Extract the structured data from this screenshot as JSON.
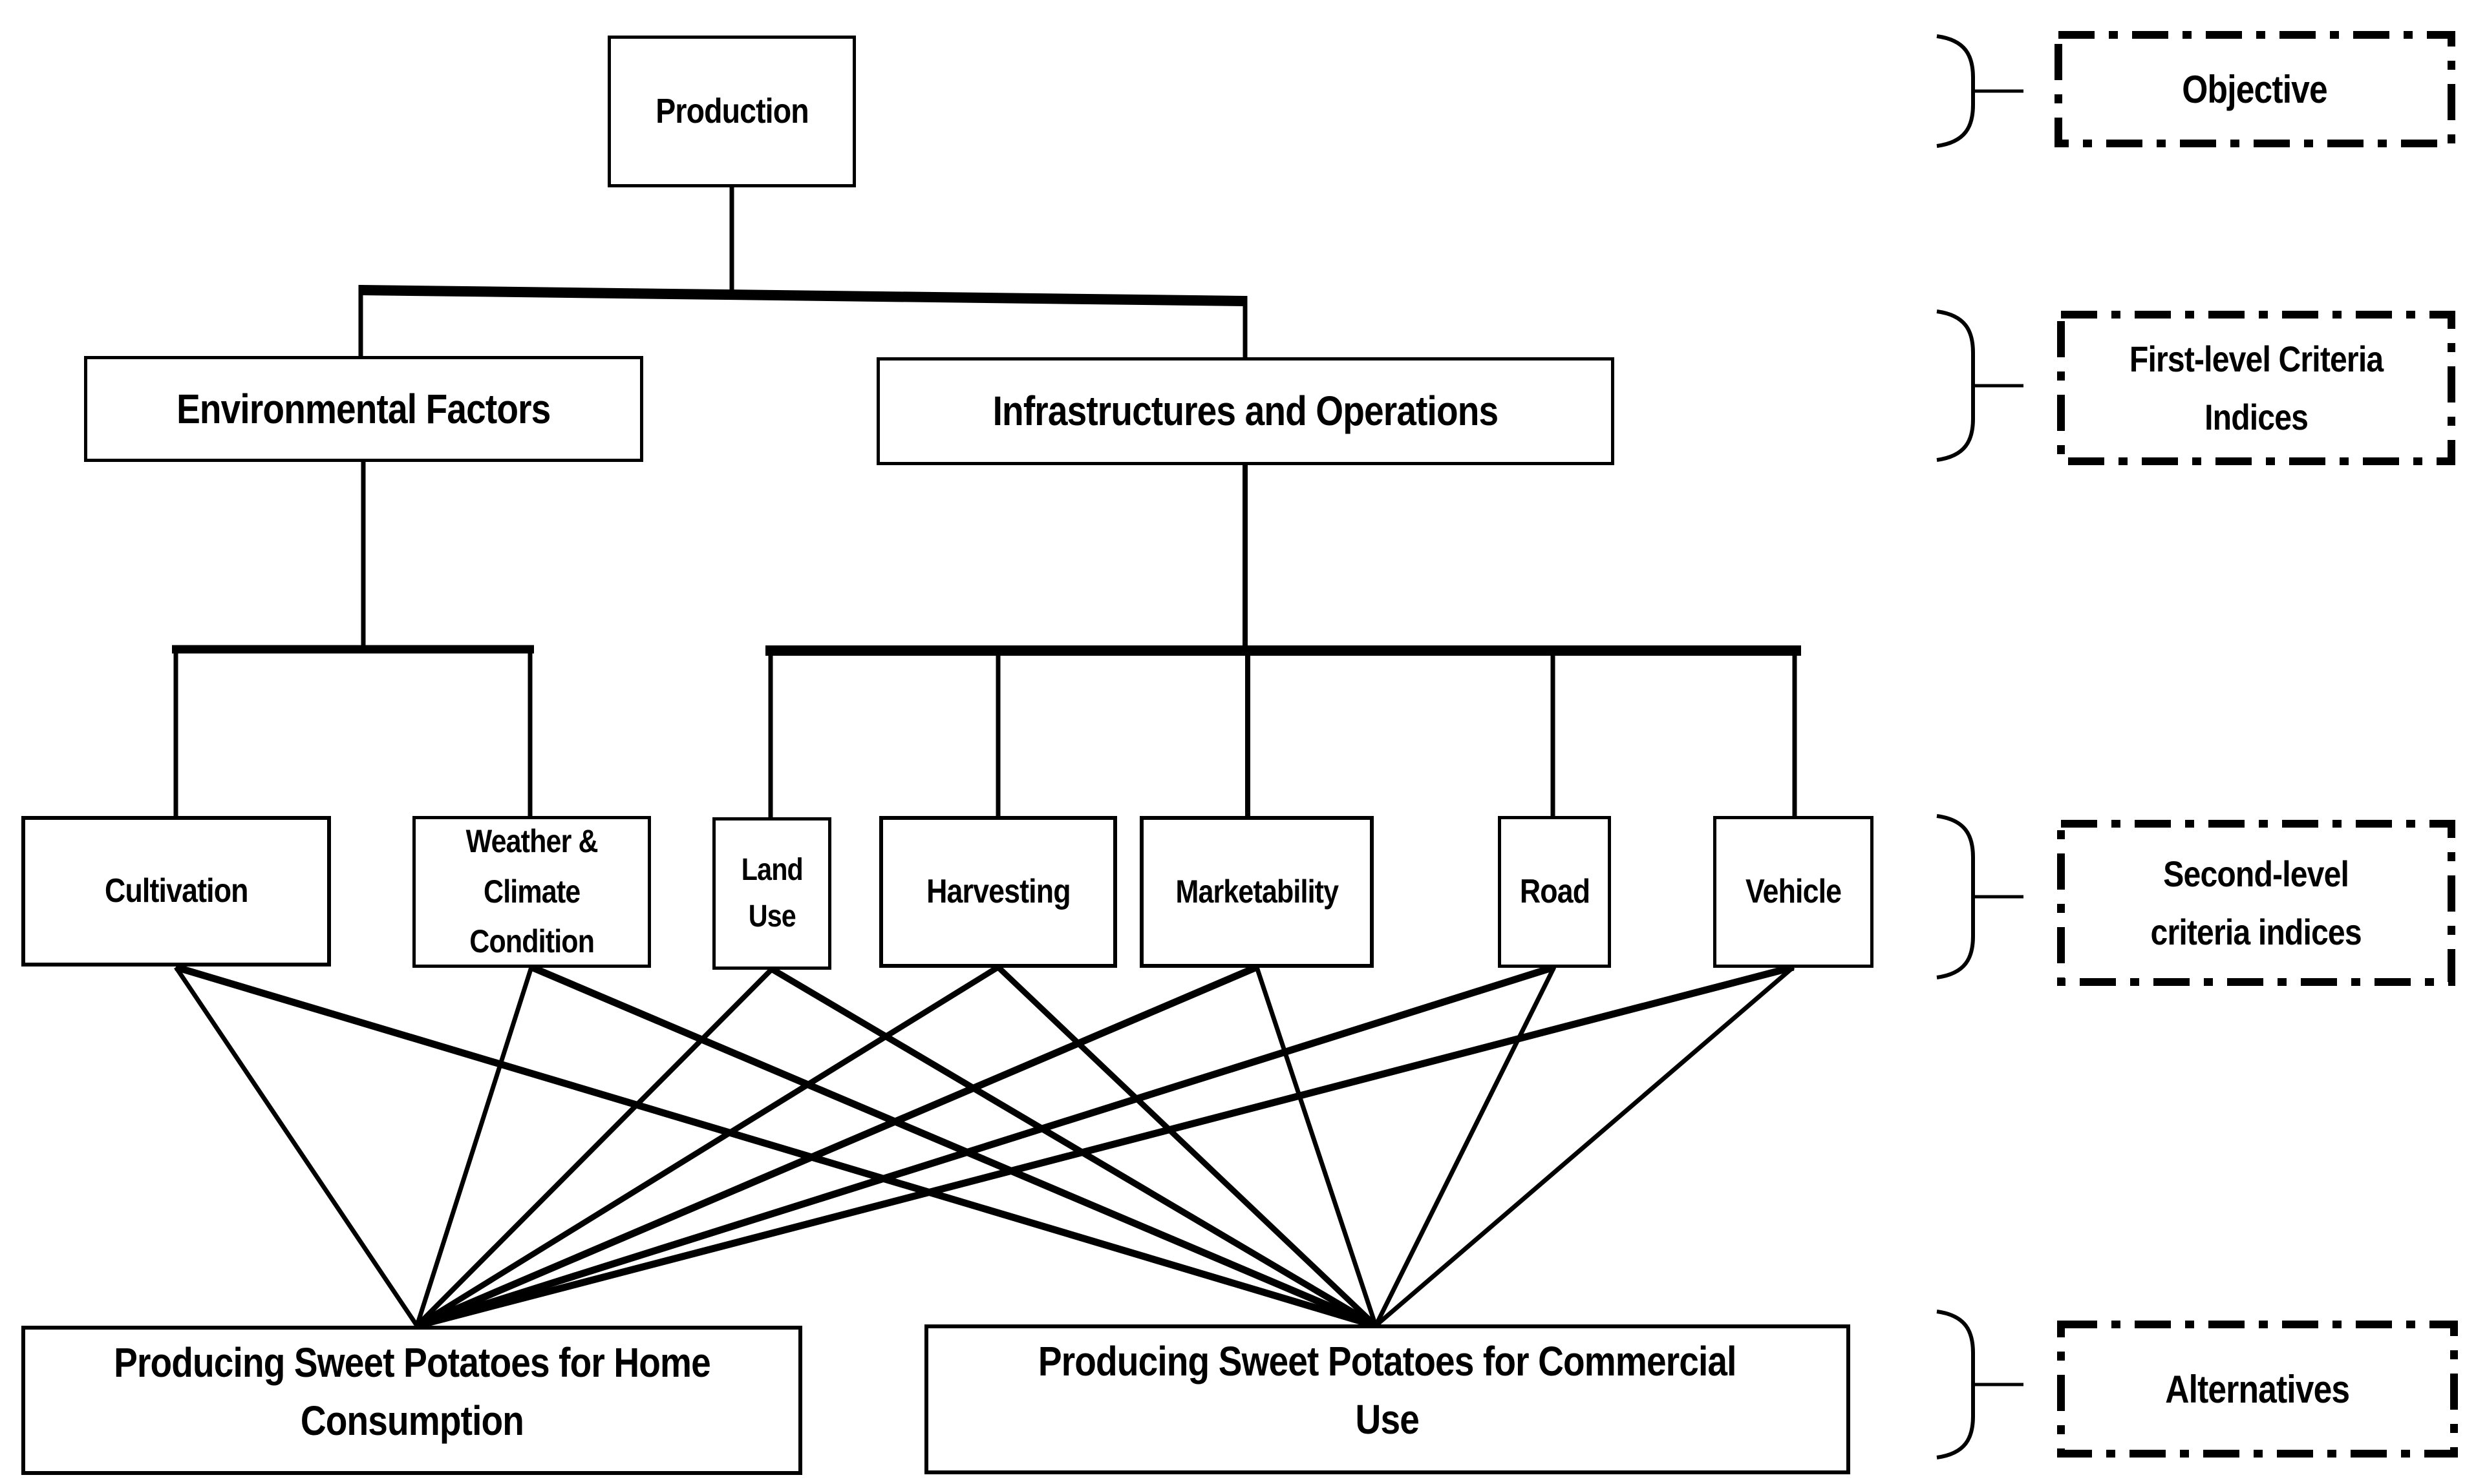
{
  "nodes": {
    "objective": {
      "label": "Production"
    },
    "first_level": [
      {
        "label": "Environmental Factors"
      },
      {
        "label": "Infrastructures and Operations"
      }
    ],
    "second_level": [
      {
        "label": "Cultivation"
      },
      {
        "label": "Weather &\nClimate\nCondition"
      },
      {
        "label": "Land\nUse"
      },
      {
        "label": "Harvesting"
      },
      {
        "label": "Marketability"
      },
      {
        "label": "Road"
      },
      {
        "label": "Vehicle"
      }
    ],
    "alternatives": [
      {
        "label": "Producing Sweet Potatoes for Home\nConsumption"
      },
      {
        "label": "Producing Sweet Potatoes for Commercial\nUse"
      }
    ]
  },
  "legend": [
    {
      "label": "Objective"
    },
    {
      "label": "First-level Criteria\nIndices"
    },
    {
      "label": "Second-level\ncriteria indices"
    },
    {
      "label": "Alternatives"
    }
  ],
  "hierarchy": {
    "Production": [
      "Environmental Factors",
      "Infrastructures and Operations"
    ],
    "Environmental Factors": [
      "Cultivation",
      "Weather & Climate Condition"
    ],
    "Infrastructures and Operations": [
      "Land Use",
      "Harvesting",
      "Marketability",
      "Road",
      "Vehicle"
    ],
    "second_level_to_alternatives": "every second-level criterion links to both alternatives"
  },
  "colors": {
    "line": "#000000",
    "background": "#ffffff",
    "text": "#000000"
  }
}
